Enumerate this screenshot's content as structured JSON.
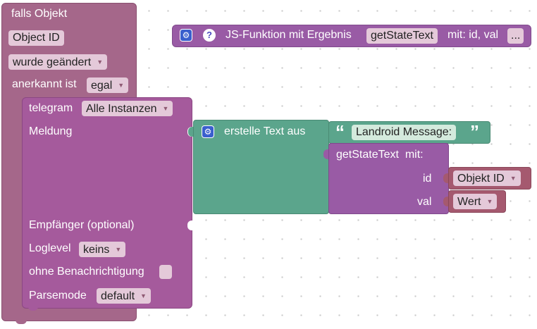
{
  "falls_block": {
    "title": "falls Objekt",
    "object_id_field": "Object ID",
    "change_dropdown": "wurde geändert",
    "ack_label": "anerkannt ist",
    "ack_dropdown": "egal"
  },
  "js_function_block": {
    "label": "JS-Funktion mit Ergebnis",
    "function_name": "getStateText",
    "params_label": "mit: id, val",
    "more_button": "..."
  },
  "telegram_block": {
    "label": "telegram",
    "instance_dropdown": "Alle Instanzen",
    "message_label": "Meldung",
    "recipient_label": "Empfänger (optional)",
    "loglevel_label": "Loglevel",
    "loglevel_dropdown": "keins",
    "no_notify_label": "ohne Benachrichtigung",
    "parsemode_label": "Parsemode",
    "parsemode_dropdown": "default"
  },
  "text_join_block": {
    "label": "erstelle Text aus",
    "open_quote": "“",
    "string_value": "Landroid Message:",
    "close_quote": "”"
  },
  "call_block": {
    "label": "getStateText  mit:",
    "param_id_label": "id",
    "param_id_dropdown": "Objekt ID",
    "param_val_label": "val",
    "param_val_dropdown": "Wert"
  },
  "icons": {
    "gear": "gear-icon",
    "help": "help-icon",
    "dropdown": "dropdown-arrow-icon"
  },
  "colors": {
    "event_block": "#a5678a",
    "telegram_block": "#a55a9c",
    "text_block": "#5ba58c",
    "procedure_block": "#995ba5",
    "variable_block": "#a5596f",
    "icon_blue": "#3a5fcd"
  }
}
